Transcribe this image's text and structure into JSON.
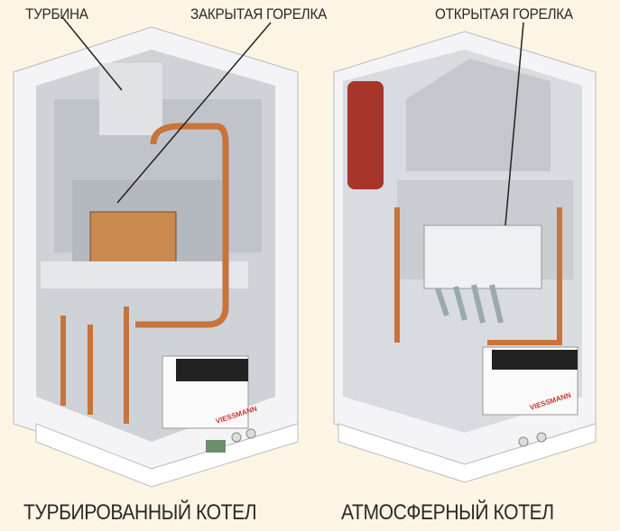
{
  "labels": {
    "turbine": "ТУРБИНА",
    "closed_burner": "ЗАКРЫТАЯ ГОРЕЛКА",
    "open_burner": "ОТКРЫТАЯ ГОРЕЛКА"
  },
  "captions": {
    "turbo_boiler": "ТУРБИРОВАННЫЙ КОТЕЛ",
    "atmospheric_boiler": "АТМОСФЕРНЫЙ КОТЕЛ"
  },
  "brand_logo": "VIESSMANN",
  "colors": {
    "background": "#fdf5e4",
    "copper": "#c8743a",
    "casing": "#f4f4f6",
    "interior": "#cfd3d8",
    "burner": "#c98a4e",
    "expansion_tank": "#a8352a"
  }
}
